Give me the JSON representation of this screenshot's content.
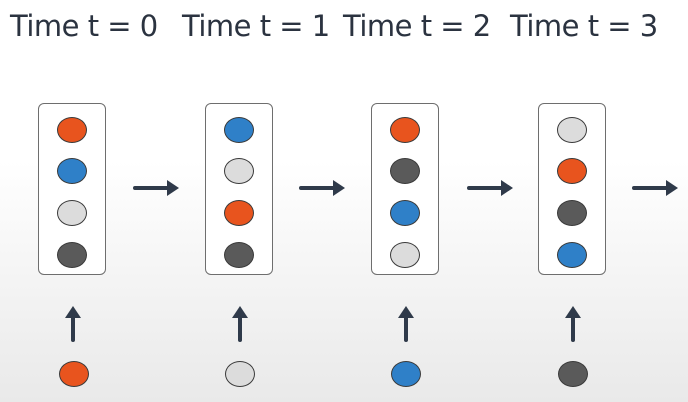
{
  "titles": [
    "Time t = 0",
    "Time t = 1",
    "Time t = 2",
    "Time t = 3"
  ],
  "colors": {
    "orange": "#e8541e",
    "blue": "#2f80c8",
    "light_gray": "#dcdcdc",
    "dark_gray": "#5a5a5a",
    "arrow": "#2f3a4a",
    "box_border": "#6e6e6e"
  },
  "steps": [
    {
      "time": 0,
      "stack": [
        "orange",
        "blue",
        "light_gray",
        "dark_gray"
      ],
      "input": "orange"
    },
    {
      "time": 1,
      "stack": [
        "blue",
        "light_gray",
        "orange",
        "dark_gray"
      ],
      "input": "light_gray"
    },
    {
      "time": 2,
      "stack": [
        "orange",
        "dark_gray",
        "blue",
        "light_gray"
      ],
      "input": "blue"
    },
    {
      "time": 3,
      "stack": [
        "light_gray",
        "orange",
        "dark_gray",
        "blue"
      ],
      "input": "dark_gray"
    }
  ],
  "icons": {
    "transition": "right-arrow-icon",
    "input_flow": "up-arrow-icon"
  }
}
